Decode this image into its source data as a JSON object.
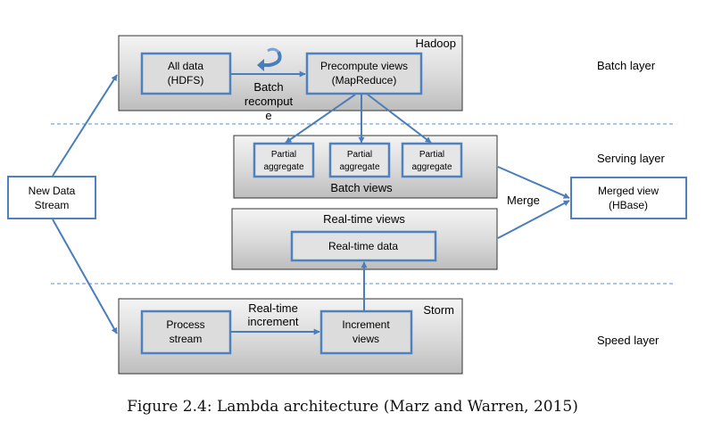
{
  "containers": {
    "hadoop": "Hadoop",
    "batch_views": "Batch views",
    "realtime_views": "Real-time views",
    "storm": "Storm"
  },
  "boxes": {
    "all_data": [
      "All data",
      "(HDFS)"
    ],
    "precompute": [
      "Precompute views",
      "(MapReduce)"
    ],
    "partial": [
      "Partial",
      "aggregate"
    ],
    "realtime_data": "Real-time data",
    "process_stream": [
      "Process",
      "stream"
    ],
    "increment_views": [
      "Increment",
      "views"
    ],
    "new_data_stream": [
      "New Data",
      "Stream"
    ],
    "merged_view": [
      "Merged view",
      "(HBase)"
    ]
  },
  "labels": {
    "batch_recompute": [
      "Batch",
      "recomput",
      "e"
    ],
    "realtime_increment": [
      "Real-time",
      "increment"
    ],
    "merge": "Merge"
  },
  "layers": {
    "batch": "Batch layer",
    "serving": "Serving layer",
    "speed": "Speed layer"
  },
  "caption": "Figure 2.4: Lambda architecture (Marz and Warren, 2015)",
  "colors": {
    "accent": "#4f81bd",
    "arrow": "#4a7ebb",
    "container_border": "#333333",
    "dashed_line": "#5b8fd0"
  },
  "icons": {
    "recompute_arrow": "curved-arrow-icon"
  }
}
